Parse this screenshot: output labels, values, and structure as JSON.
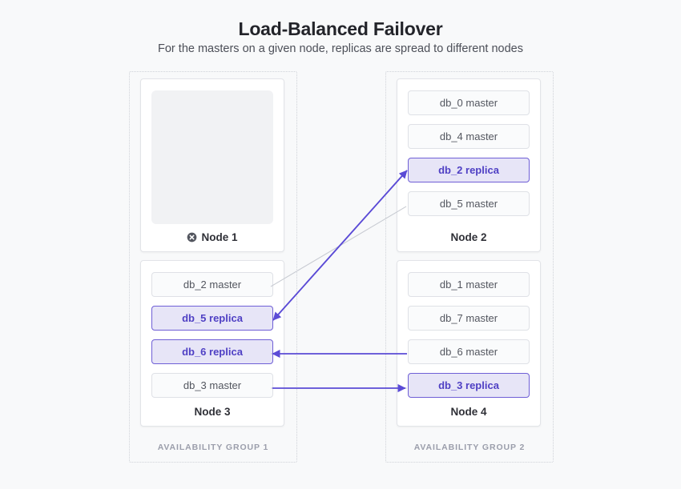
{
  "header": {
    "title": "Load-Balanced Failover",
    "subtitle": "For the masters on a given node, replicas are spread to different nodes"
  },
  "colors": {
    "background": "#f8f9fa",
    "accent_purple": "#5b4bd6",
    "replica_fill": "#e7e5f7",
    "replica_border": "#6f5fd6",
    "replica_text": "#4f40c4",
    "master_fill": "#fafbfc",
    "master_border": "#dfe1e6",
    "master_text": "#53565f",
    "group_border": "#cfd2d8",
    "group_label": "#9b9eab",
    "placeholder": "#f1f2f4",
    "connector_grey": "#c9ccd3",
    "fail_icon": "#53565f"
  },
  "groups": [
    {
      "id": "availability-group-1",
      "label": "AVAILABILITY GROUP 1",
      "nodes": [
        {
          "id": "node-1",
          "label": "Node 1",
          "status": "failed",
          "status_icon": "x-circle-icon",
          "empty": true,
          "databases": []
        },
        {
          "id": "node-3",
          "label": "Node 3",
          "status": "healthy",
          "empty": false,
          "databases": [
            {
              "label": "db_2 master",
              "role": "master"
            },
            {
              "label": "db_5 replica",
              "role": "replica"
            },
            {
              "label": "db_6 replica",
              "role": "replica"
            },
            {
              "label": "db_3 master",
              "role": "master"
            }
          ]
        }
      ]
    },
    {
      "id": "availability-group-2",
      "label": "AVAILABILITY GROUP 2",
      "nodes": [
        {
          "id": "node-2",
          "label": "Node 2",
          "status": "healthy",
          "empty": false,
          "databases": [
            {
              "label": "db_0 master",
              "role": "master"
            },
            {
              "label": "db_4 master",
              "role": "master"
            },
            {
              "label": "db_2 replica",
              "role": "replica"
            },
            {
              "label": "db_5 master",
              "role": "master"
            }
          ]
        },
        {
          "id": "node-4",
          "label": "Node 4",
          "status": "healthy",
          "empty": false,
          "databases": [
            {
              "label": "db_1 master",
              "role": "master"
            },
            {
              "label": "db_7 master",
              "role": "master"
            },
            {
              "label": "db_6 master",
              "role": "master"
            },
            {
              "label": "db_3 replica",
              "role": "replica"
            }
          ]
        }
      ]
    }
  ],
  "connections": [
    {
      "id": "db_2-replication",
      "from": "db_2 master (Node 3)",
      "to": "db_2 replica (Node 2)",
      "direction": "up-right"
    },
    {
      "id": "db_5-replication",
      "from": "db_5 master (Node 2)",
      "to": "db_5 replica (Node 3)",
      "direction": "down-left"
    },
    {
      "id": "db_6-replication",
      "from": "db_6 master (Node 4)",
      "to": "db_6 replica (Node 3)",
      "direction": "left"
    },
    {
      "id": "db_3-replication",
      "from": "db_3 master (Node 3)",
      "to": "db_3 replica (Node 4)",
      "direction": "right"
    }
  ]
}
